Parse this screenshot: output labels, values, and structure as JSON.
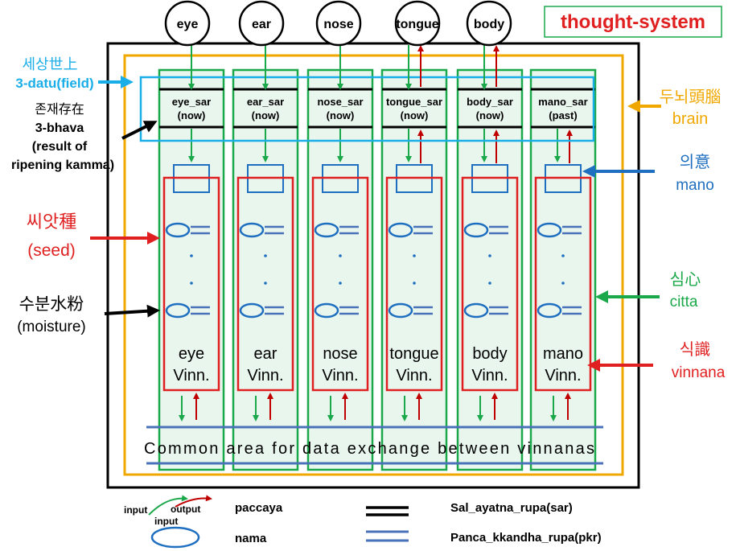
{
  "title": "thought-system",
  "senses": [
    "eye",
    "ear",
    "nose",
    "tongue",
    "body"
  ],
  "columns": [
    {
      "sar": "eye_sar",
      "state": "(now)",
      "vinn": "eye",
      "vinn2": "Vinn.",
      "has_output": false
    },
    {
      "sar": "ear_sar",
      "state": "(now)",
      "vinn": "ear",
      "vinn2": "Vinn.",
      "has_output": false
    },
    {
      "sar": "nose_sar",
      "state": "(now)",
      "vinn": "nose",
      "vinn2": "Vinn.",
      "has_output": false
    },
    {
      "sar": "tongue_sar",
      "state": "(now)",
      "vinn": "tongue",
      "vinn2": "Vinn.",
      "has_output": true
    },
    {
      "sar": "body_sar",
      "state": "(now)",
      "vinn": "body",
      "vinn2": "Vinn.",
      "has_output": true
    },
    {
      "sar": "mano_sar",
      "state": "(past)",
      "vinn": "mano",
      "vinn2": "Vinn.",
      "has_output": true
    }
  ],
  "common_area": "Common area for data exchange between vinnanas",
  "left_labels": {
    "field_1": "세상世上",
    "field_2": "3-datu(field)",
    "bhava_1": "존재存在",
    "bhava_2": "3-bhava",
    "bhava_3": "(result of",
    "bhava_4": "ripening kamma)",
    "seed_1": "씨앗種",
    "seed_2": "(seed)",
    "moist_1": "수분水粉",
    "moist_2": "(moisture)"
  },
  "right_labels": {
    "brain_1": "두뇌頭腦",
    "brain_2": "brain",
    "mano_1": "의意",
    "mano_2": "mano",
    "citta_1": "심心",
    "citta_2": "citta",
    "vinn_1": "식識",
    "vinn_2": "vinnana"
  },
  "legend": {
    "input": "input",
    "output": "output",
    "input2": "input",
    "paccaya": "paccaya",
    "nama": "nama",
    "sar": "Sal_ayatna_rupa(sar)",
    "pkr": "Panca_kkandha_rupa(pkr)"
  },
  "colors": {
    "green": "#1aa84a",
    "red": "#e02020",
    "darkred": "#c00000",
    "blue": "#1f6fc0",
    "steel": "#4a72b8",
    "cyan": "#1aaee8",
    "orange": "#f0a800",
    "column_fill": "#e9f6ee",
    "black": "#000000"
  }
}
